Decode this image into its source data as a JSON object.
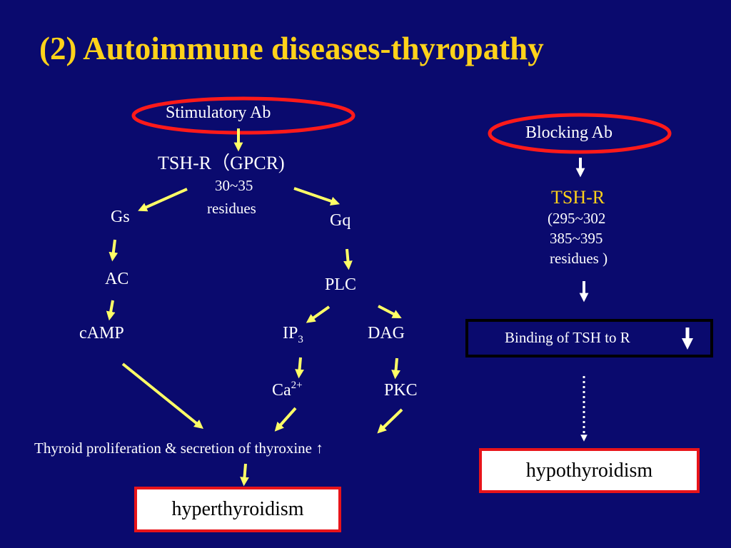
{
  "title": "(2) Autoimmune diseases-thyropathy",
  "left": {
    "stimulatory": "Stimulatory Ab",
    "receptor": "TSH-R（GPCR)",
    "residues_1": "30~35",
    "residues_2": "residues",
    "gs": "Gs",
    "gq": "Gq",
    "ac": "AC",
    "camp": "cAMP",
    "plc": "PLC",
    "ip": "IP",
    "ip_sub": "3",
    "dag": "DAG",
    "ca": "Ca",
    "ca_sup": "2+",
    "pkc": "PKC",
    "outcome": "Thyroid proliferation & secretion of thyroxine ↑",
    "disease": "hyperthyroidism"
  },
  "right": {
    "blocking": "Blocking Ab",
    "receptor": "TSH-R",
    "residues_1": "(295~302",
    "residues_2": "385~395",
    "residues_3": "residues )",
    "binding": "Binding of TSH to R",
    "disease": "hypothyroidism"
  },
  "colors": {
    "background": "#0a0a6e",
    "title": "#ffd21a",
    "arrow": "#ffff66",
    "highlight": "#ff1a1a",
    "text": "#ffffff"
  }
}
